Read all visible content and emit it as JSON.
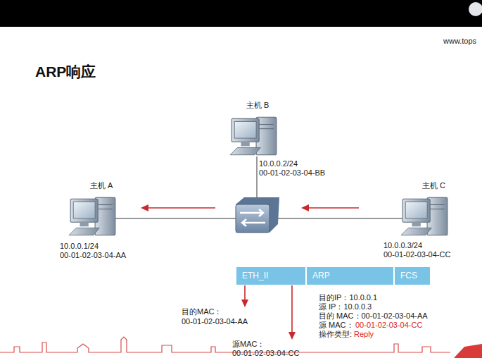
{
  "diagram": {
    "title": "ARP响应",
    "nodes": [
      {
        "text": [
          "主机 B",
          "10.0.0.2/24",
          "00-01-02-03-04-BB"
        ]
      },
      {
        "text": [
          "主机 A",
          "10.0.0.1/24",
          "00-01-02-03-04-AA"
        ]
      },
      {
        "text": [
          "主机 C",
          "10.0.0.3/24",
          "00-01-02-03-04-CC"
        ]
      },
      {
        "text": [
          "ETH_II"
        ]
      },
      {
        "text": [
          "ARP"
        ]
      },
      {
        "text": [
          "FCS"
        ]
      }
    ],
    "labels": [
      "www.tops",
      "目的MAC：",
      "00-01-02-03-04-AA",
      "源MAC：",
      "00-01-02-03-04-CC",
      "目的IP：10.0.0.1",
      "源 IP：10.0.0.3",
      "目的 MAC：00-01-02-03-04-AA",
      "源 MAC：",
      "00-01-02-03-04-CC",
      "操作类型:",
      "Reply"
    ]
  }
}
